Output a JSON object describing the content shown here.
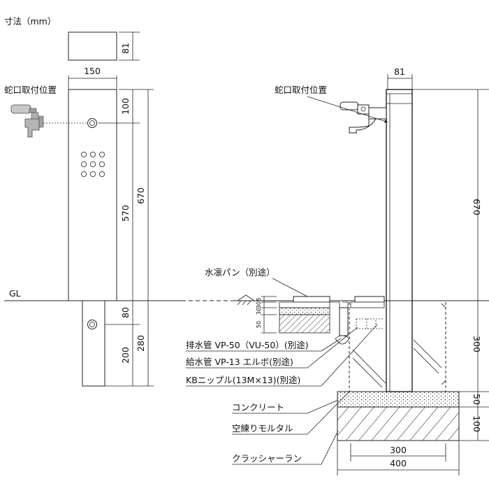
{
  "header": {
    "units": "寸法（mm）"
  },
  "front_view": {
    "top_cap_dim": "81",
    "width_dim": "150",
    "faucet_label": "蛇口取付位置",
    "faucet_to_top_dim": "100",
    "above_ground_dim": "570",
    "total_height_dim": "670",
    "gl_label": "GL",
    "below_upper_dim": "80",
    "below_lower_dim": "200",
    "below_total_dim": "280"
  },
  "side_view": {
    "depth_dim": "81",
    "faucet_label": "蛇口取付位置",
    "height_dim": "670",
    "pan_label": "水凛パン（別途）",
    "layer_dims": [
      "5",
      "30",
      "30",
      "50"
    ],
    "drain_pipe": "排水管 VP-50（VU-50）(別途)",
    "supply_pipe": "給水管 VP-13 エルボ(別途)",
    "nipple": "KBニップル(13M×13)(別途)",
    "concrete": "コンクリート",
    "mortar": "空練りモルタル",
    "crusher_run": "クラッシャーラン",
    "depth_below_dim": "300",
    "concrete_dim": "50",
    "crusher_dim": "100",
    "base_inner_dim": "300",
    "base_outer_dim": "400"
  }
}
